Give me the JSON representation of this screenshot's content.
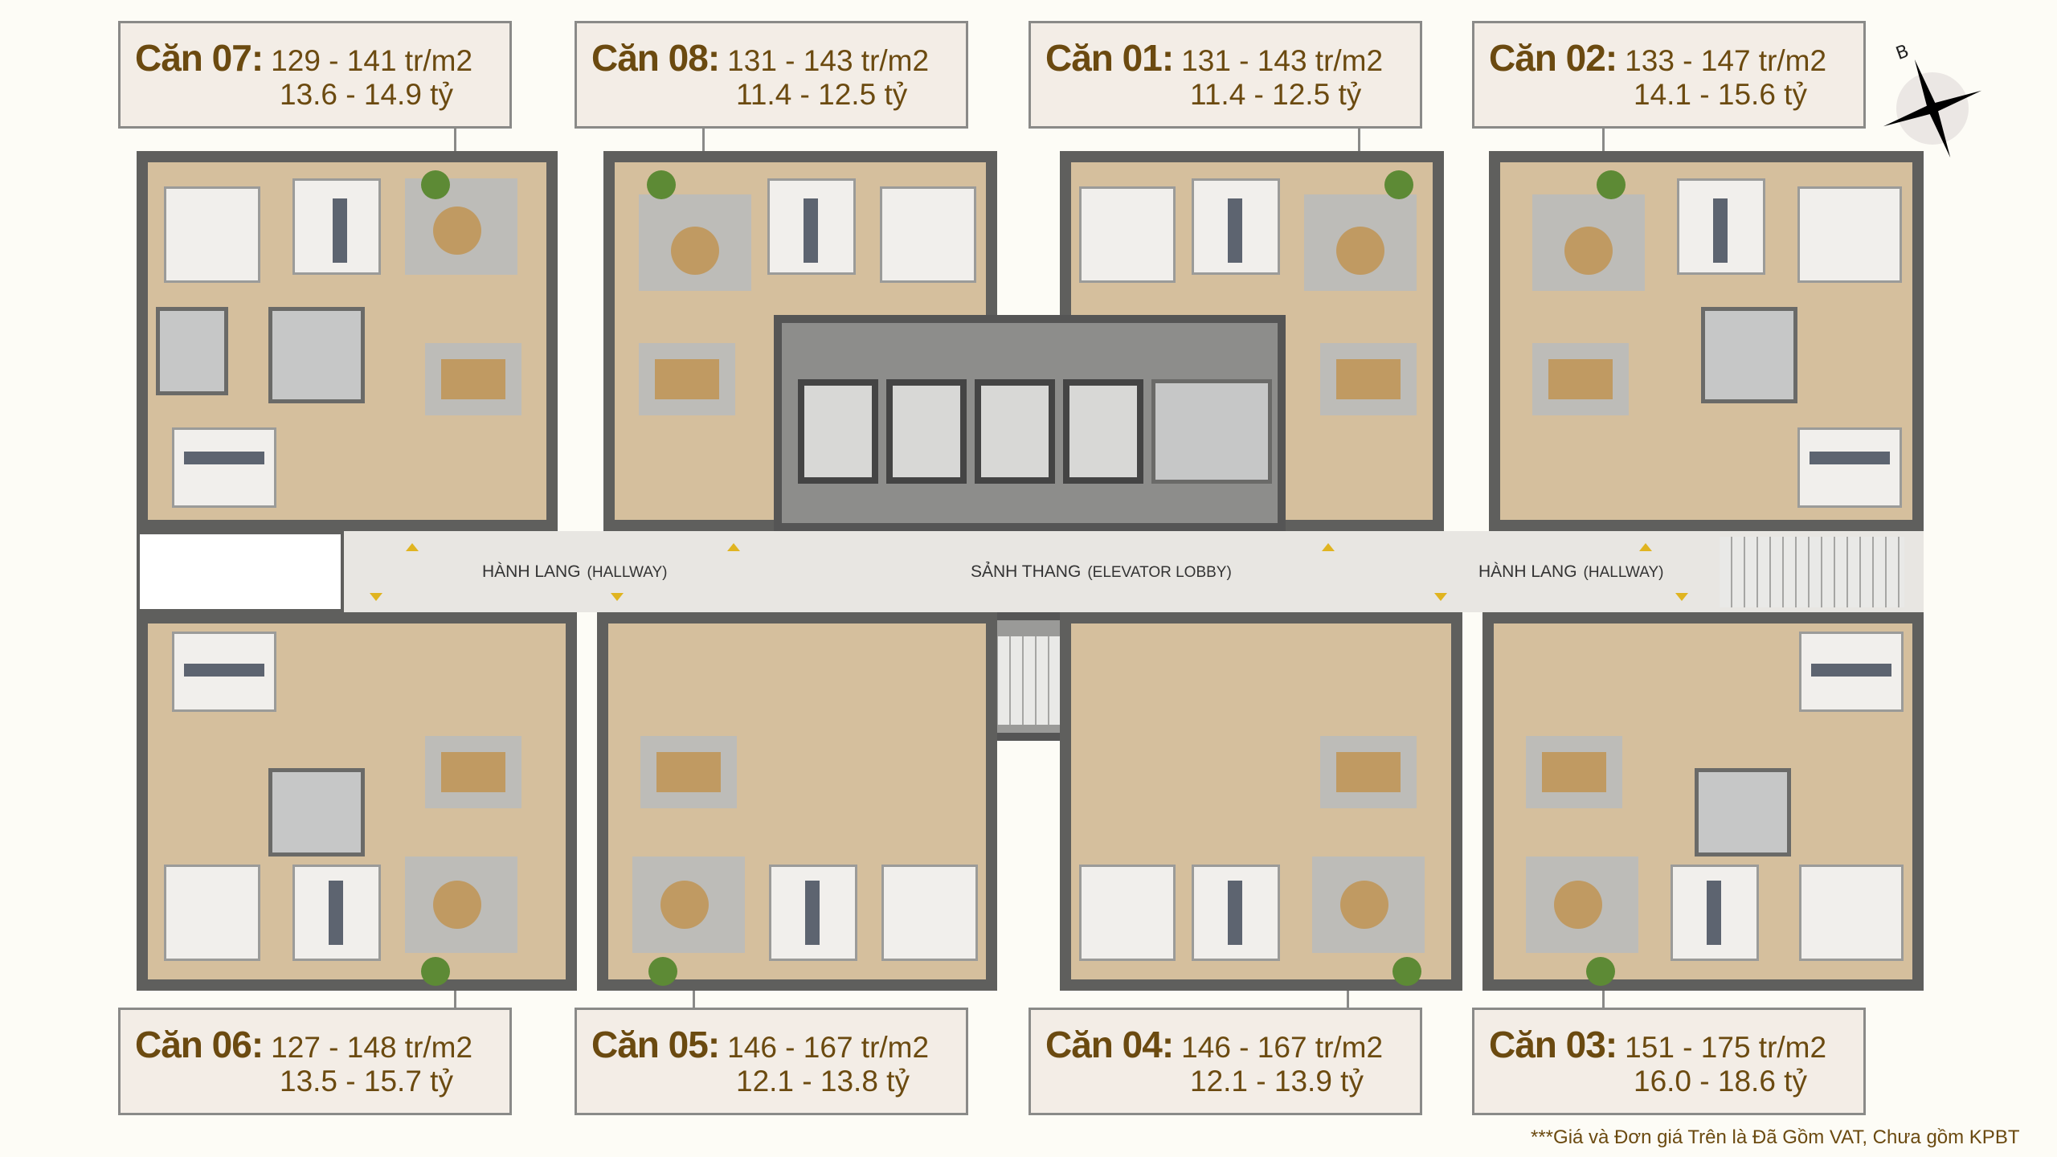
{
  "units_top": [
    {
      "name": "Căn 07:",
      "price_per_m2": "129 - 141 tr/m2",
      "total": "13.6 - 14.9 tỷ"
    },
    {
      "name": "Căn 08:",
      "price_per_m2": "131 - 143 tr/m2",
      "total": "11.4 - 12.5 tỷ"
    },
    {
      "name": "Căn 01:",
      "price_per_m2": "131 - 143 tr/m2",
      "total": "11.4 - 12.5 tỷ"
    },
    {
      "name": "Căn 02:",
      "price_per_m2": "133 - 147 tr/m2",
      "total": "14.1 - 15.6 tỷ"
    }
  ],
  "units_bottom": [
    {
      "name": "Căn 06:",
      "price_per_m2": "127 - 148 tr/m2",
      "total": "13.5 - 15.7 tỷ"
    },
    {
      "name": "Căn 05:",
      "price_per_m2": "146 - 167 tr/m2",
      "total": "12.1 - 13.8 tỷ"
    },
    {
      "name": "Căn 04:",
      "price_per_m2": "146 - 167 tr/m2",
      "total": "12.1 - 13.9 tỷ"
    },
    {
      "name": "Căn 03:",
      "price_per_m2": "151 - 175 tr/m2",
      "total": "16.0 - 18.6 tỷ"
    }
  ],
  "hallway": {
    "left": {
      "vi": "HÀNH LANG",
      "en": "(HALLWAY)"
    },
    "center": {
      "vi": "SẢNH THANG",
      "en": "(ELEVATOR LOBBY)"
    },
    "right": {
      "vi": "HÀNH LANG",
      "en": "(HALLWAY)"
    }
  },
  "compass": {
    "north_label": "B"
  },
  "footnote": "***Giá và Đơn giá Trên là Đã Gồm VAT, Chưa gồm KPBT",
  "colors": {
    "label_text": "#6b4a10",
    "label_bg": "#f3ede6",
    "floor": "#d5bf9d",
    "wall": "#5f5f5d"
  }
}
